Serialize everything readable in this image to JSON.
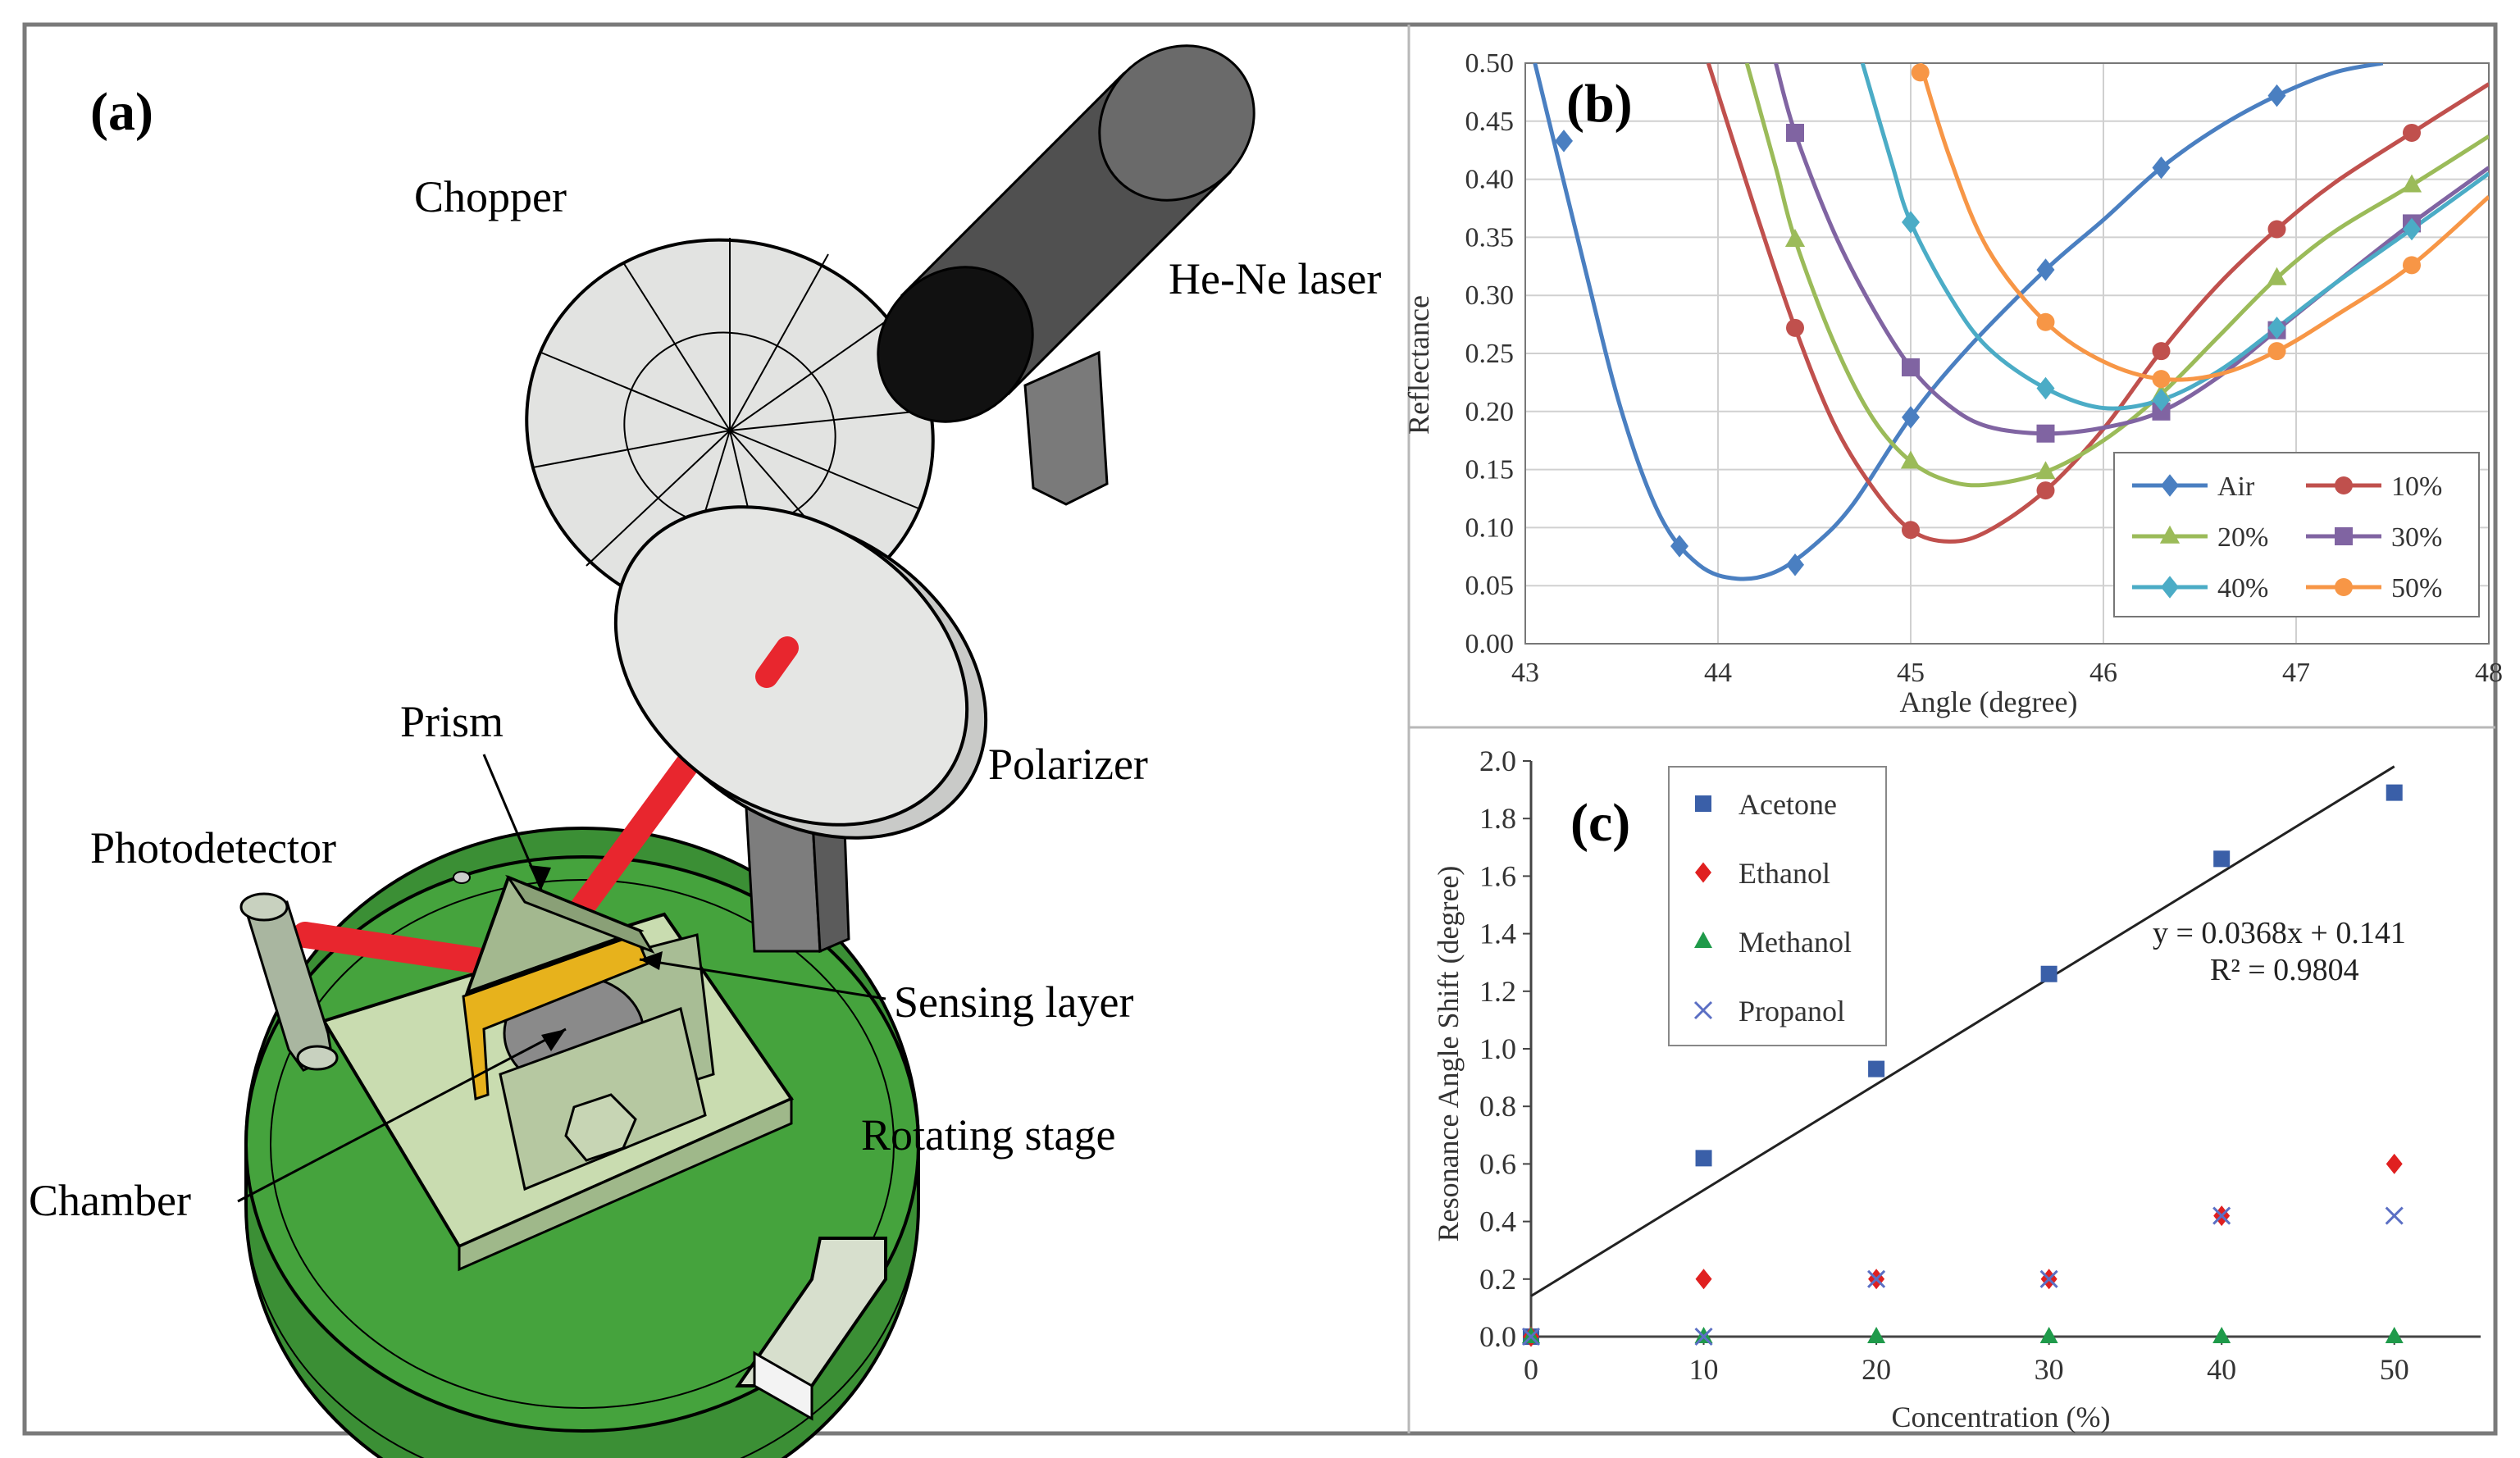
{
  "panel_a": {
    "label": "(a)",
    "components": {
      "chopper": "Chopper",
      "laser": "He-Ne laser",
      "prism": "Prism",
      "polarizer": "Polarizer",
      "photodetector": "Photodetector",
      "sensing_layer": "Sensing layer",
      "rotating_stage": "Rotating stage",
      "chamber": "Chamber"
    },
    "colors": {
      "beam": "#e8262e",
      "stage": "#3d9a3a",
      "sensing_layer": "#e7b21c",
      "laser_body": "#3a3a3a",
      "disc": "#e5e6e4"
    }
  },
  "chart_data": [
    {
      "panel": "(b)",
      "type": "line",
      "xlabel": "Angle (degree)",
      "ylabel": "Reflectance",
      "xlim": [
        43,
        48
      ],
      "ylim": [
        0,
        0.5
      ],
      "x_ticks": [
        "43",
        "44",
        "45",
        "46",
        "47",
        "48"
      ],
      "y_ticks": [
        "0.00",
        "0.05",
        "0.10",
        "0.15",
        "0.20",
        "0.25",
        "0.30",
        "0.35",
        "0.40",
        "0.45",
        "0.50"
      ],
      "legend_position": "bottom-right",
      "series": [
        {
          "name": "Air",
          "color": "#4a7fc1",
          "marker": "diamond",
          "points": [
            [
              43.2,
              0.433
            ],
            [
              43.8,
              0.084
            ],
            [
              44.4,
              0.068
            ],
            [
              45.0,
              0.195
            ],
            [
              45.7,
              0.322
            ],
            [
              46.3,
              0.41
            ],
            [
              46.9,
              0.472
            ]
          ],
          "curve": [
            [
              43.05,
              0.5
            ],
            [
              43.3,
              0.33
            ],
            [
              43.5,
              0.2
            ],
            [
              43.7,
              0.11
            ],
            [
              43.9,
              0.068
            ],
            [
              44.1,
              0.056
            ],
            [
              44.3,
              0.062
            ],
            [
              44.5,
              0.085
            ],
            [
              44.7,
              0.12
            ],
            [
              45.0,
              0.195
            ],
            [
              45.3,
              0.255
            ],
            [
              45.7,
              0.322
            ],
            [
              46.0,
              0.365
            ],
            [
              46.3,
              0.41
            ],
            [
              46.6,
              0.445
            ],
            [
              46.9,
              0.472
            ],
            [
              47.2,
              0.492
            ],
            [
              47.45,
              0.5
            ]
          ]
        },
        {
          "name": "10%",
          "color": "#c0504d",
          "marker": "circle",
          "points": [
            [
              44.4,
              0.272
            ],
            [
              45.0,
              0.098
            ],
            [
              45.7,
              0.132
            ],
            [
              46.3,
              0.252
            ],
            [
              46.9,
              0.357
            ],
            [
              47.6,
              0.44
            ]
          ],
          "curve": [
            [
              43.95,
              0.5
            ],
            [
              44.2,
              0.37
            ],
            [
              44.4,
              0.272
            ],
            [
              44.6,
              0.19
            ],
            [
              44.8,
              0.135
            ],
            [
              45.0,
              0.098
            ],
            [
              45.2,
              0.088
            ],
            [
              45.4,
              0.097
            ],
            [
              45.7,
              0.132
            ],
            [
              46.0,
              0.185
            ],
            [
              46.3,
              0.252
            ],
            [
              46.6,
              0.31
            ],
            [
              46.9,
              0.357
            ],
            [
              47.2,
              0.397
            ],
            [
              47.6,
              0.44
            ],
            [
              48.0,
              0.482
            ]
          ]
        },
        {
          "name": "20%",
          "color": "#9bbb59",
          "marker": "triangle",
          "points": [
            [
              44.4,
              0.348
            ],
            [
              45.0,
              0.157
            ],
            [
              45.7,
              0.148
            ],
            [
              46.3,
              0.215
            ],
            [
              46.9,
              0.315
            ],
            [
              47.6,
              0.395
            ]
          ],
          "curve": [
            [
              44.15,
              0.5
            ],
            [
              44.3,
              0.41
            ],
            [
              44.4,
              0.348
            ],
            [
              44.6,
              0.26
            ],
            [
              44.8,
              0.195
            ],
            [
              45.0,
              0.157
            ],
            [
              45.2,
              0.14
            ],
            [
              45.4,
              0.137
            ],
            [
              45.7,
              0.148
            ],
            [
              46.0,
              0.175
            ],
            [
              46.3,
              0.215
            ],
            [
              46.6,
              0.265
            ],
            [
              46.9,
              0.315
            ],
            [
              47.2,
              0.355
            ],
            [
              47.6,
              0.395
            ],
            [
              48.0,
              0.437
            ]
          ]
        },
        {
          "name": "30%",
          "color": "#8064a2",
          "marker": "square",
          "points": [
            [
              44.4,
              0.44
            ],
            [
              45.0,
              0.238
            ],
            [
              45.7,
              0.181
            ],
            [
              46.3,
              0.2
            ],
            [
              46.9,
              0.27
            ],
            [
              47.6,
              0.362
            ]
          ],
          "curve": [
            [
              44.3,
              0.5
            ],
            [
              44.4,
              0.44
            ],
            [
              44.6,
              0.355
            ],
            [
              44.8,
              0.29
            ],
            [
              45.0,
              0.238
            ],
            [
              45.2,
              0.205
            ],
            [
              45.4,
              0.187
            ],
            [
              45.7,
              0.181
            ],
            [
              46.0,
              0.186
            ],
            [
              46.3,
              0.2
            ],
            [
              46.6,
              0.23
            ],
            [
              46.9,
              0.27
            ],
            [
              47.2,
              0.31
            ],
            [
              47.6,
              0.362
            ],
            [
              48.0,
              0.41
            ]
          ]
        },
        {
          "name": "40%",
          "color": "#4bacc6",
          "marker": "diamond",
          "points": [
            [
              45.0,
              0.363
            ],
            [
              45.7,
              0.22
            ],
            [
              46.3,
              0.21
            ],
            [
              46.9,
              0.272
            ],
            [
              47.6,
              0.357
            ]
          ],
          "curve": [
            [
              44.75,
              0.5
            ],
            [
              44.9,
              0.415
            ],
            [
              45.0,
              0.363
            ],
            [
              45.2,
              0.3
            ],
            [
              45.4,
              0.255
            ],
            [
              45.7,
              0.22
            ],
            [
              46.0,
              0.203
            ],
            [
              46.3,
              0.21
            ],
            [
              46.6,
              0.235
            ],
            [
              46.9,
              0.272
            ],
            [
              47.2,
              0.31
            ],
            [
              47.6,
              0.357
            ],
            [
              48.0,
              0.405
            ]
          ]
        },
        {
          "name": "50%",
          "color": "#f79646",
          "marker": "circle",
          "points": [
            [
              45.05,
              0.492
            ],
            [
              45.7,
              0.277
            ],
            [
              46.3,
              0.228
            ],
            [
              46.9,
              0.252
            ],
            [
              47.6,
              0.326
            ]
          ],
          "curve": [
            [
              45.05,
              0.5
            ],
            [
              45.2,
              0.42
            ],
            [
              45.4,
              0.34
            ],
            [
              45.7,
              0.277
            ],
            [
              46.0,
              0.243
            ],
            [
              46.3,
              0.228
            ],
            [
              46.6,
              0.232
            ],
            [
              46.9,
              0.252
            ],
            [
              47.2,
              0.282
            ],
            [
              47.6,
              0.326
            ],
            [
              48.0,
              0.385
            ]
          ]
        }
      ]
    },
    {
      "panel": "(c)",
      "type": "scatter",
      "xlabel": "Concentration (%)",
      "ylabel": "Resonance Angle Shift (degree)",
      "xlim": [
        0,
        55
      ],
      "ylim": [
        0,
        2.0
      ],
      "x_ticks": [
        "0",
        "10",
        "20",
        "30",
        "40",
        "50"
      ],
      "y_ticks": [
        "0.0",
        "0.2",
        "0.4",
        "0.6",
        "0.8",
        "1.0",
        "1.2",
        "1.4",
        "1.6",
        "1.8",
        "2.0"
      ],
      "legend_position": "top-left",
      "fit": {
        "equation": "y = 0.0368x + 0.141",
        "r2": "R² = 0.9804",
        "slope": 0.0368,
        "intercept": 0.141,
        "x_range": [
          0,
          50
        ]
      },
      "series": [
        {
          "name": "Acetone",
          "color": "#3a5fa8",
          "marker": "square",
          "points": [
            [
              0,
              0
            ],
            [
              10,
              0.62
            ],
            [
              20,
              0.93
            ],
            [
              30,
              1.26
            ],
            [
              40,
              1.66
            ],
            [
              50,
              1.89
            ]
          ]
        },
        {
          "name": "Ethanol",
          "color": "#e02020",
          "marker": "diamond",
          "points": [
            [
              0,
              0
            ],
            [
              10,
              0.2
            ],
            [
              20,
              0.2
            ],
            [
              30,
              0.2
            ],
            [
              40,
              0.42
            ],
            [
              50,
              0.6
            ]
          ]
        },
        {
          "name": "Methanol",
          "color": "#1f9a4a",
          "marker": "triangle",
          "points": [
            [
              0,
              0
            ],
            [
              10,
              0
            ],
            [
              20,
              0
            ],
            [
              30,
              0
            ],
            [
              40,
              0
            ],
            [
              50,
              0
            ]
          ]
        },
        {
          "name": "Propanol",
          "color": "#5b6fc4",
          "marker": "x",
          "points": [
            [
              0,
              0
            ],
            [
              10,
              0
            ],
            [
              20,
              0.2
            ],
            [
              30,
              0.2
            ],
            [
              40,
              0.42
            ],
            [
              50,
              0.42
            ]
          ]
        }
      ]
    }
  ]
}
